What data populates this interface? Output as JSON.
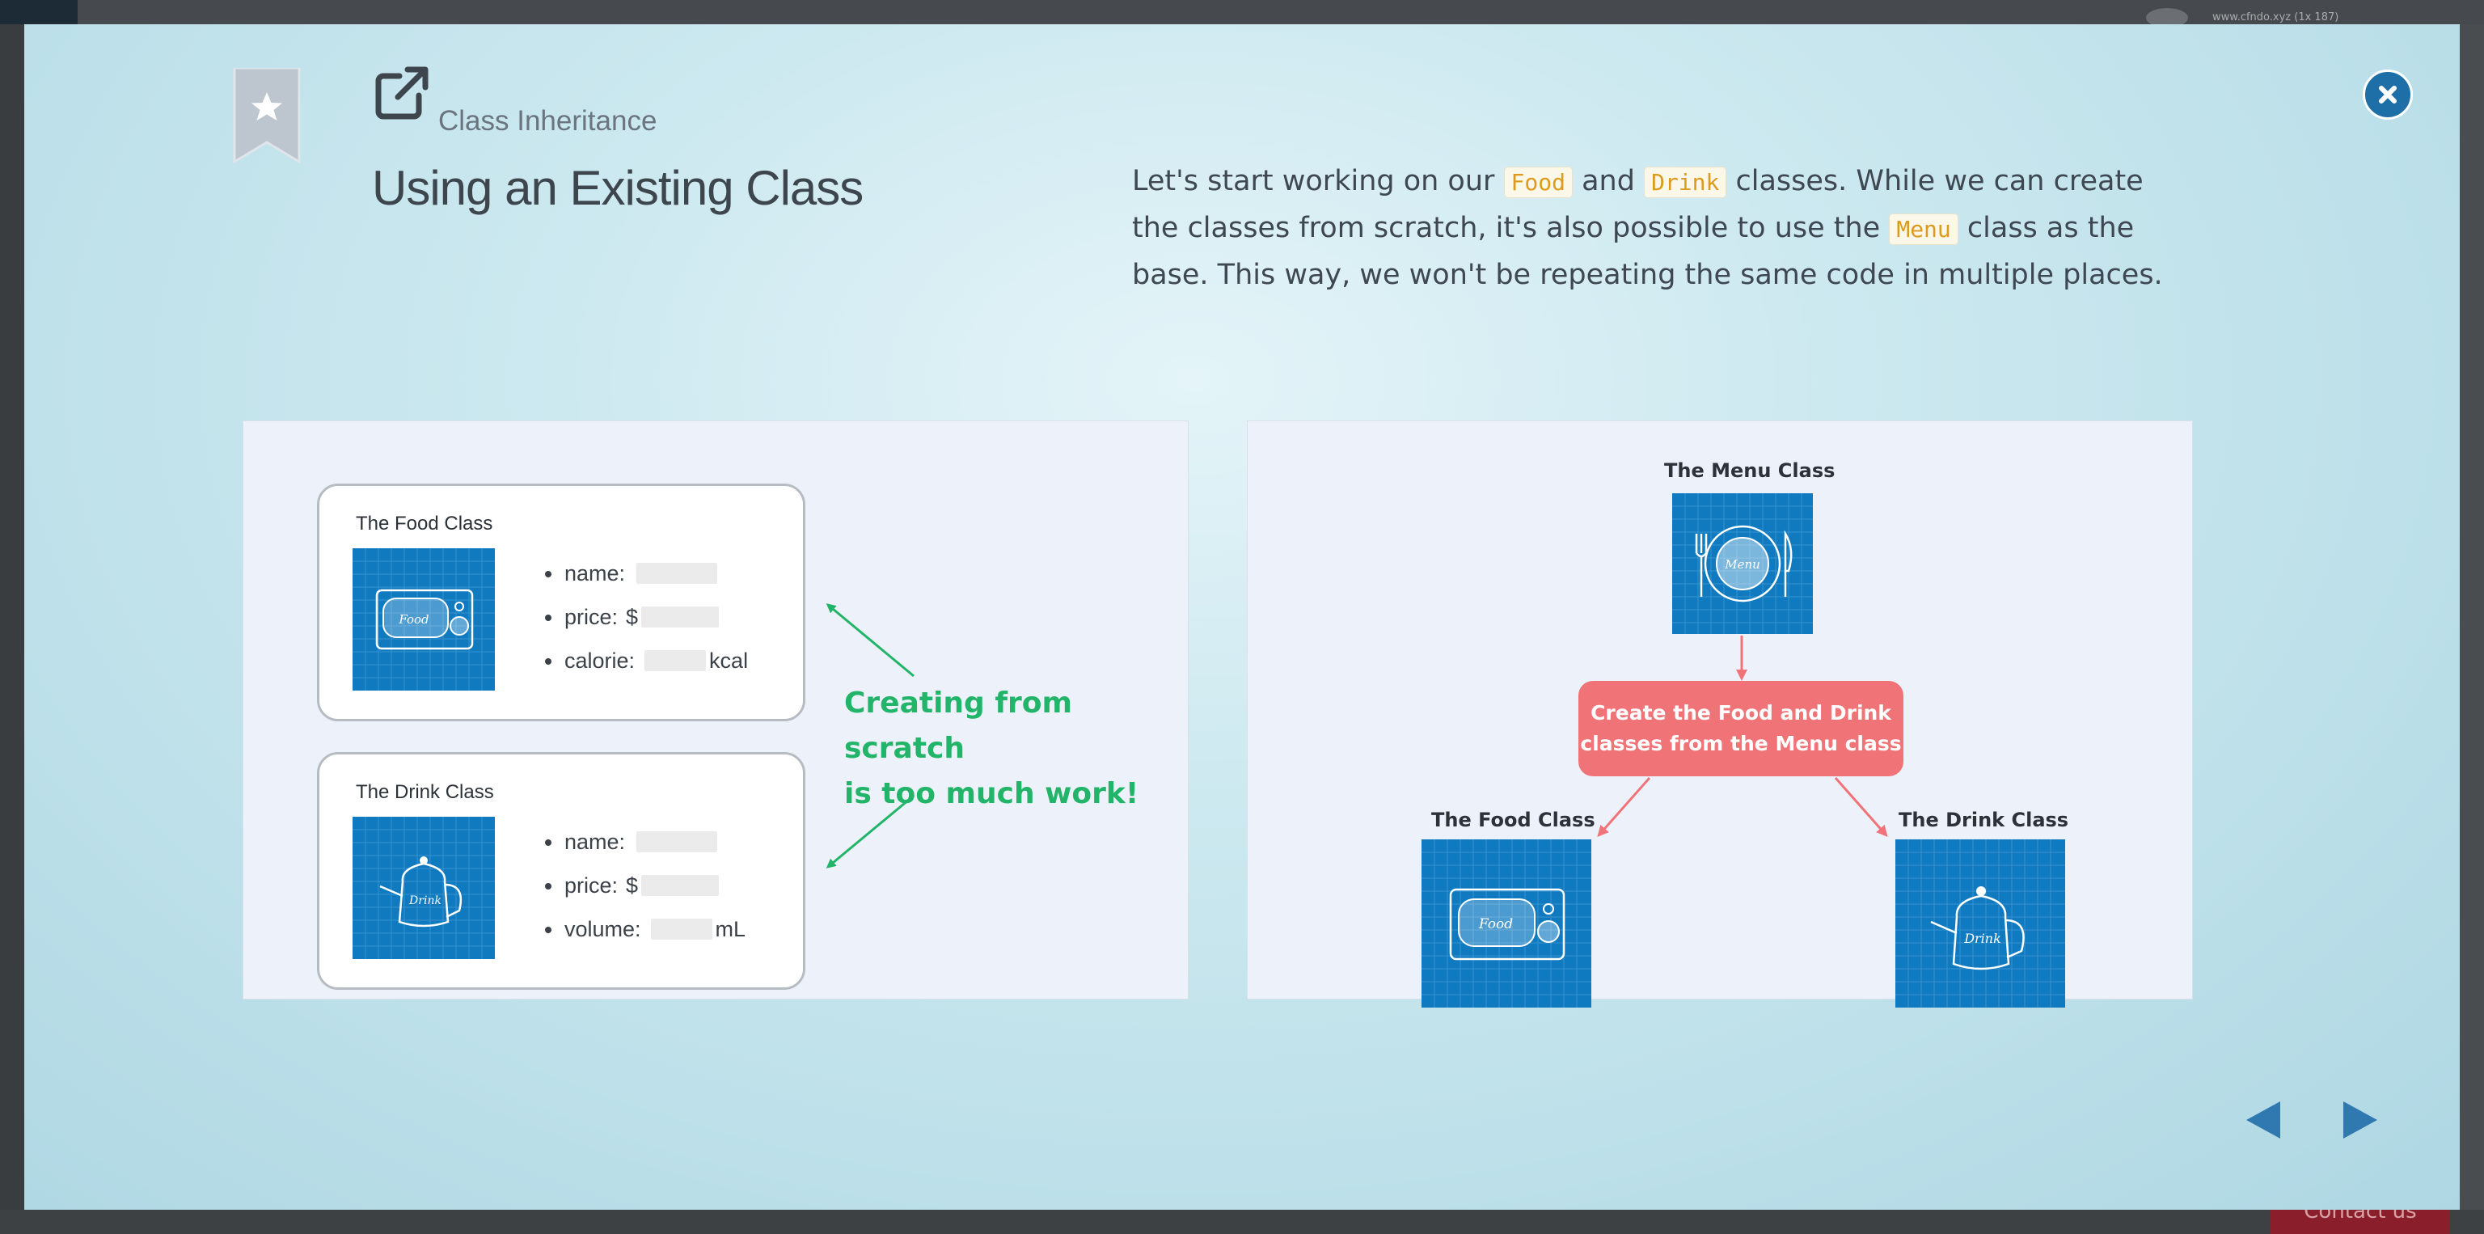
{
  "background": {
    "url_text": "www.cfndo.xyz (1x 187)",
    "contact_label": "Contact us"
  },
  "modal": {
    "breadcrumb": "Class Inheritance",
    "title": "Using an Existing Class",
    "intro": {
      "p1": "Let's start working on our ",
      "code1": "Food",
      "p2": " and ",
      "code2": "Drink",
      "p3": " classes. While we can create the classes from scratch, it's also possible to use the ",
      "code3": "Menu",
      "p4": " class as the base. This way, we won't be repeating the same code in multiple places."
    },
    "close_icon": "close-icon",
    "prev_icon": "triangle-left-icon",
    "next_icon": "triangle-right-icon"
  },
  "diagram_left": {
    "food_card": {
      "title": "The Food Class",
      "tile_text": "Food",
      "props": [
        {
          "label": "name:",
          "prefix": "",
          "suffix": ""
        },
        {
          "label": "price:",
          "prefix": "$",
          "suffix": ""
        },
        {
          "label": "calorie:",
          "prefix": "",
          "suffix": "kcal"
        }
      ]
    },
    "drink_card": {
      "title": "The Drink Class",
      "tile_text": "Drink",
      "props": [
        {
          "label": "name:",
          "prefix": "",
          "suffix": ""
        },
        {
          "label": "price:",
          "prefix": "$",
          "suffix": ""
        },
        {
          "label": "volume:",
          "prefix": "",
          "suffix": "mL"
        }
      ]
    },
    "note_line1": "Creating from scratch",
    "note_line2": "is too much work!",
    "arrow_color": "#22b468"
  },
  "diagram_right": {
    "menu_title": "The Menu Class",
    "menu_tile_text": "Menu",
    "center_line1": "Create the Food and Drink",
    "center_line2": "classes from the Menu class",
    "food_title": "The Food Class",
    "food_tile_text": "Food",
    "drink_title": "The Drink Class",
    "drink_tile_text": "Drink",
    "accent": "#f07378",
    "tile_color": "#0f7ac0"
  }
}
